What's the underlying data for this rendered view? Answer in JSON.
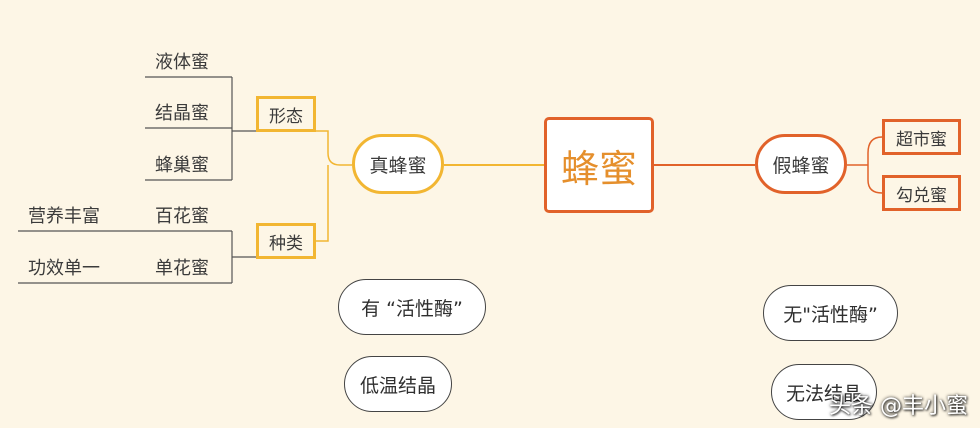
{
  "root": {
    "label": "蜂蜜"
  },
  "true_honey": {
    "label": "真蜂蜜",
    "groups": [
      {
        "label": "形态",
        "items": [
          "液体蜜",
          "结晶蜜",
          "蜂巢蜜"
        ]
      },
      {
        "label": "种类",
        "items": [
          "百花蜜",
          "单花蜜"
        ]
      }
    ],
    "variety_notes": [
      "营养丰富",
      "功效单一"
    ]
  },
  "fake_honey": {
    "label": "假蜂蜜",
    "items": [
      "超市蜜",
      "勾兑蜜"
    ]
  },
  "true_features": [
    "有 “活性酶”",
    "低温结晶"
  ],
  "fake_features": [
    "无\"活性酶”",
    "无法结晶"
  ],
  "watermark": "头条 @丰小蜜",
  "colors": {
    "orange": "#e1622a",
    "yellow": "#f2b632",
    "root_text": "#e58f2c",
    "background": "#fdf6e6"
  }
}
